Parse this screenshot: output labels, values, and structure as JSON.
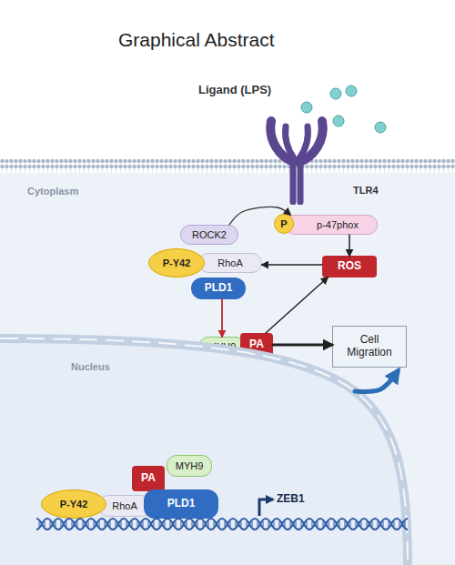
{
  "diagram": {
    "title": "Graphical Abstract",
    "nodes": [
      {
        "text": [
          "TLR4"
        ]
      },
      {
        "text": [
          "Cytoplasm"
        ]
      },
      {
        "text": [
          "P"
        ],
        "in": 1
      },
      {
        "text": [
          "p-47phox"
        ],
        "in": 1
      },
      {
        "text": [
          "ROCK2"
        ],
        "in": 1
      },
      {
        "text": [
          "P-Y42"
        ],
        "in": 1
      },
      {
        "text": [
          "RhoA"
        ],
        "in": 1
      },
      {
        "text": [
          "ROS"
        ],
        "in": 1
      },
      {
        "text": [
          "PLD1"
        ],
        "in": 1
      },
      {
        "text": [
          "MYH9"
        ],
        "in": 1
      },
      {
        "text": [
          "PA"
        ],
        "in": 1
      },
      {
        "text": [
          "Cell Migration"
        ],
        "in": 1
      },
      {
        "text": [
          "Nucleus"
        ],
        "in": 1
      },
      {
        "text": [
          "MYH9"
        ],
        "in": 12
      },
      {
        "text": [
          "PA"
        ],
        "in": 12
      },
      {
        "text": [
          "P-Y42"
        ],
        "in": 12
      },
      {
        "text": [
          "RhoA"
        ],
        "in": 12
      },
      {
        "text": [
          "PLD1"
        ],
        "in": 12
      }
    ],
    "edges": [
      {
        "from": 3,
        "to": 7,
        "arrow": "to"
      },
      {
        "from": 7,
        "to": 6,
        "arrow": "to"
      },
      {
        "from": 4,
        "to": 3,
        "arrow": "to"
      },
      {
        "from": 8,
        "to": 9,
        "arrow": "to"
      },
      {
        "from": 10,
        "to": 7,
        "arrow": "to"
      },
      {
        "from": 10,
        "to": 11,
        "arrow": "to"
      },
      {
        "from": 12,
        "to": 11,
        "arrow": "to"
      }
    ],
    "labels": [
      "Ligand (LPS)",
      "ZEB1"
    ]
  }
}
